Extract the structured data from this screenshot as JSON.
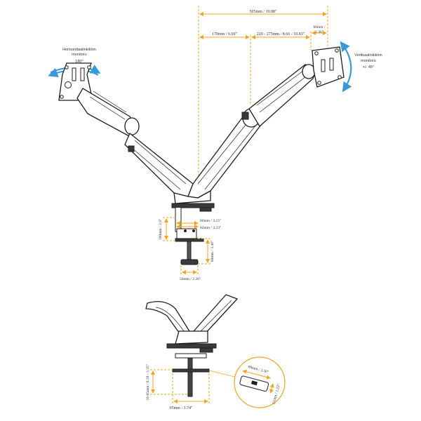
{
  "diagram": {
    "top_width": "505mm / 19.88\"",
    "arm_length": "170mm / 6.69\"",
    "extension_range": "220 - 275mm / 8.66 - 10.83\"",
    "vesa_offset_line1": "60mm /",
    "vesa_offset_line2": "2.36\"",
    "left_label_line1": "Horisonttaalinkiklon",
    "left_label_line2": "monitoru",
    "left_rotation": "180°",
    "right_label_line1": "Vertikaalinkiklon",
    "right_label_line2": "monitoru",
    "right_rotation": "+/- 45°",
    "clamp_height": "100mm / 3.9\"",
    "clamp_width_upper": "80mm / 3.15\"",
    "clamp_width_lower": "82mm / 3.23\"",
    "clamp_opening": "88mm / 3.46\"",
    "knob_width": "56mm / 2.20\"",
    "grommet_height": "10-85mm / 0.39 - 3.35\"",
    "grommet_width": "95mm / 3.74\"",
    "plate_length": "89mm / 3.50\"",
    "plate_width": "31mm / 1.22\"",
    "colors": {
      "dimension": "#f0a420",
      "rotation_arrow": "#3a9ad9",
      "line": "#1e1e1e"
    }
  }
}
